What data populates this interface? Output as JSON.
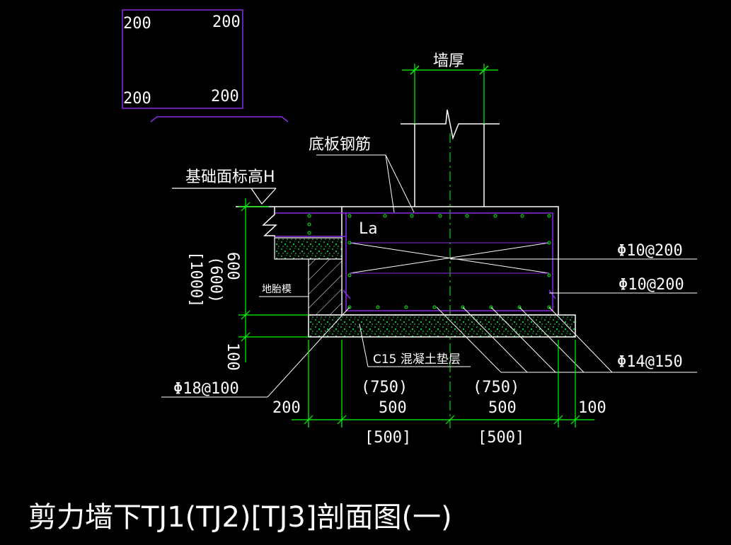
{
  "colors": {
    "background": "#000000",
    "line": "#ffffff",
    "dim": "#00ff00",
    "rebar": "#8a2be2",
    "concrete": "#00cc44"
  },
  "inset": {
    "labels": {
      "tl": "200",
      "tr": "200",
      "bl": "200",
      "br": "200"
    }
  },
  "labels": {
    "wall_thickness": "墙厚",
    "bottom_plate_rebar": "底板钢筋",
    "foundation_top_elev": "基础面标高H",
    "la": "La",
    "ground_beam_form": "地胎模",
    "c15_cushion": "C15 混凝土垫层",
    "rebar_top_1": "Φ10@200",
    "rebar_top_2": "Φ10@200",
    "rebar_bottom": "Φ14@150",
    "rebar_left": "Φ18@100"
  },
  "dims": {
    "height_1": "[1000]",
    "height_2": "(600)",
    "height_3": "600",
    "cushion": "100",
    "left_offset": "200",
    "right_offset": "100",
    "half_left_paren": "(750)",
    "half_left": "500",
    "half_left_bracket": "[500]",
    "half_right_paren": "(750)",
    "half_right": "500",
    "half_right_bracket": "[500]"
  },
  "title": "剪力墙下TJ1(TJ2)[TJ3]剖面图(一)"
}
